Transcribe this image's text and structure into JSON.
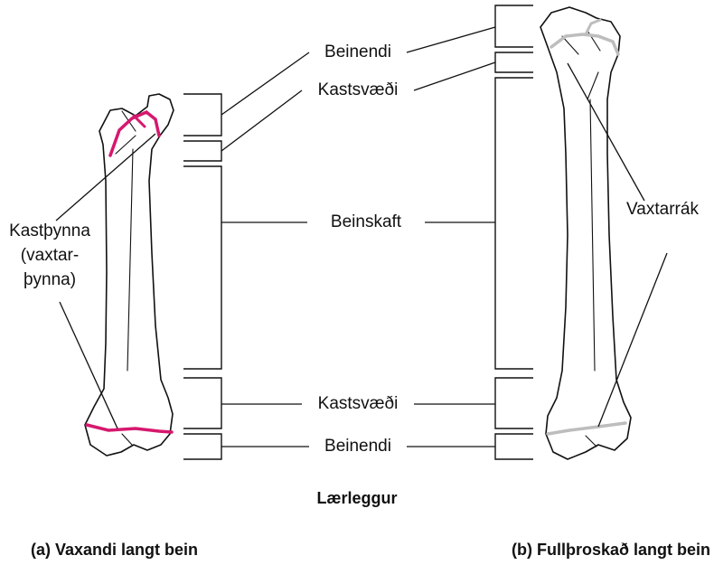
{
  "labels": {
    "epiphysis_top": "Beinendi",
    "metaphysis_top": "Kastsvæði",
    "diaphysis": "Beinskaft",
    "metaphysis_bottom": "Kastsvæði",
    "epiphysis_bottom": "Beinendi",
    "growth_plate_left_1": "Kastþynna",
    "growth_plate_left_2": "(vaxtar-",
    "growth_plate_left_3": "þynna)",
    "growth_line_right": "Vaxtarrák",
    "bone_name": "Lærleggur",
    "caption_a": "(a) Vaxandi langt bein",
    "caption_b": "(b) Fullþroskað langt bein"
  },
  "colors": {
    "growth_plate": "#d6186e",
    "growth_line": "#bdbdbd",
    "outline": "#111111"
  }
}
